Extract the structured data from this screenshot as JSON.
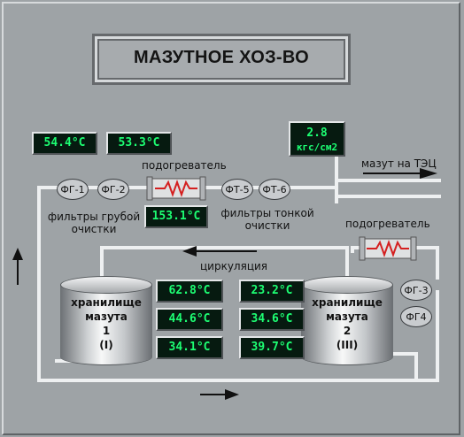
{
  "title": "МАЗУТНОЕ ХОЗ-ВО",
  "displays": {
    "fg1_temp": "54.4°C",
    "fg2_temp": "53.3°C",
    "heater1_temp": "153.1°C",
    "pressure_value": "2.8",
    "pressure_unit": "кгс/см2",
    "tank1_t1": "62.8°C",
    "tank1_t2": "44.6°C",
    "tank1_t3": "34.1°C",
    "tank2_t1": "23.2°C",
    "tank2_t2": "34.6°C",
    "tank2_t3": "39.7°C"
  },
  "units": {
    "fg1": "ФГ-1",
    "fg2": "ФГ-2",
    "ft5": "ФТ-5",
    "ft6": "ФТ-6",
    "fg3": "ФГ-3",
    "fg4": "ФГ4"
  },
  "labels": {
    "heater1": "подогреватель",
    "heater2": "подогреватель",
    "coarse_line1": "фильтры грубой",
    "coarse_line2": "очистки",
    "fine_line1": "фильтры тонкой",
    "fine_line2": "очистки",
    "mazut_tets": "мазут на ТЭЦ",
    "circulation": "циркуляция"
  },
  "tanks": {
    "tank1": {
      "line1": "хранилище",
      "line2": "мазута",
      "line3": "1",
      "line4": "(I)"
    },
    "tank2": {
      "line1": "хранилище",
      "line2": "мазута",
      "line3": "2",
      "line4": "(III)"
    }
  },
  "colors": {
    "background": "#9ea3a6",
    "display_bg": "#061a10",
    "display_text": "#1dff73",
    "pipe": "#eef0f1",
    "heater_coil": "#d42020"
  }
}
